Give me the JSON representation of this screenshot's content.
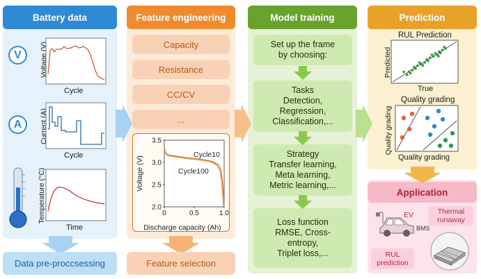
{
  "columns": {
    "battery": {
      "title": "Battery data",
      "voltage_icon": "V",
      "current_icon": "A",
      "voltage_ylabel": "Voltage (V)",
      "voltage_xlabel": "Cycle",
      "current_ylabel": "Current (A)",
      "current_xlabel": "Cycle",
      "temp_ylabel": "Temperature (°C)",
      "temp_xlabel": "Time",
      "bottom": "Data pre-proccsessing"
    },
    "feature": {
      "title": "Feature engineering",
      "items": [
        "Capacity",
        "Resistance",
        "CC/CV",
        "..."
      ],
      "bottom": "Feature selection"
    },
    "model": {
      "title": "Model training",
      "intro": [
        "Set up the frame",
        "by choosing:"
      ],
      "tasks": [
        "Tasks",
        "Detection,",
        "Regression,",
        "Classification,..."
      ],
      "strategy": [
        "Strategy",
        "Transfer learning,",
        "Meta learning,",
        "Metric learning,..."
      ],
      "loss": [
        "Loss function",
        "RMSE, Cross-",
        "entropy,",
        "Triplet loss,..."
      ]
    },
    "prediction": {
      "title": "Prediction",
      "rul_title": "RUL Prediction",
      "rul_ylabel": "Predicted",
      "rul_xlabel": "True",
      "grading_title": "Quality grading",
      "grading_ylabel": "Quality grading",
      "grading_xlabel": "Quality grading"
    },
    "application": {
      "title": "Application",
      "ev": "EV",
      "thermal": [
        "Thermal",
        "runaway"
      ],
      "bms": "BMS",
      "rul": [
        "RUL",
        "prediction"
      ]
    }
  },
  "chart_data": {
    "type": "line",
    "xlabel": "Discharge capacity (Ah)",
    "ylabel": "Voltage (V)",
    "xlim": [
      0,
      1.0
    ],
    "ylim": [
      2.0,
      3.5
    ],
    "xticks": [
      "0",
      "0.5",
      "1.0"
    ],
    "yticks": [
      "3.5",
      "3.0",
      "2.5",
      "2.0"
    ],
    "annotations": [
      "Cycle10",
      "Cycle100"
    ],
    "series": [
      {
        "name": "Cycle10",
        "x": [
          0,
          0.02,
          0.05,
          0.1,
          0.2,
          0.3,
          0.4,
          0.5,
          0.6,
          0.7,
          0.8,
          0.9,
          0.94,
          0.97,
          0.99,
          1.0
        ],
        "y": [
          3.35,
          3.22,
          3.18,
          3.16,
          3.14,
          3.12,
          3.1,
          3.09,
          3.07,
          3.05,
          3.02,
          2.95,
          2.85,
          2.6,
          2.25,
          2.0
        ]
      },
      {
        "name": "Cycle100",
        "x": [
          0,
          0.02,
          0.05,
          0.1,
          0.2,
          0.3,
          0.4,
          0.5,
          0.6,
          0.7,
          0.8,
          0.88,
          0.93,
          0.96,
          0.98,
          0.99
        ],
        "y": [
          3.33,
          3.2,
          3.16,
          3.14,
          3.12,
          3.1,
          3.08,
          3.07,
          3.05,
          3.03,
          3.0,
          2.93,
          2.82,
          2.55,
          2.2,
          2.0
        ]
      }
    ]
  },
  "colors": {
    "blue_head": "#2f8ad6",
    "orange_head": "#f08a2e",
    "green_head": "#6aa22e",
    "gold_head": "#e8a22a",
    "pink_head": "#f6b9c6"
  }
}
